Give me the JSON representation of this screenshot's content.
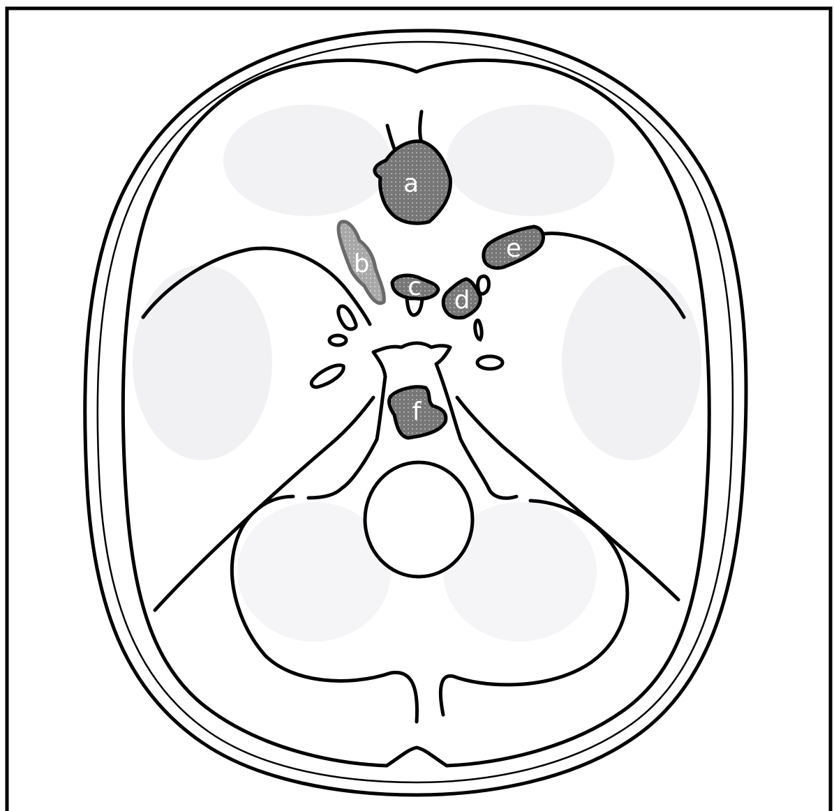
{
  "figure": {
    "labels": {
      "a": "a",
      "b": "b",
      "c": "c",
      "d": "d",
      "e": "e",
      "f": "f"
    }
  },
  "colors": {
    "lesion_fill": "#777777",
    "lesion_light_fill": "#a8a8a8",
    "outline": "#000000",
    "background": "#ffffff",
    "shading": "#d9d9de"
  }
}
